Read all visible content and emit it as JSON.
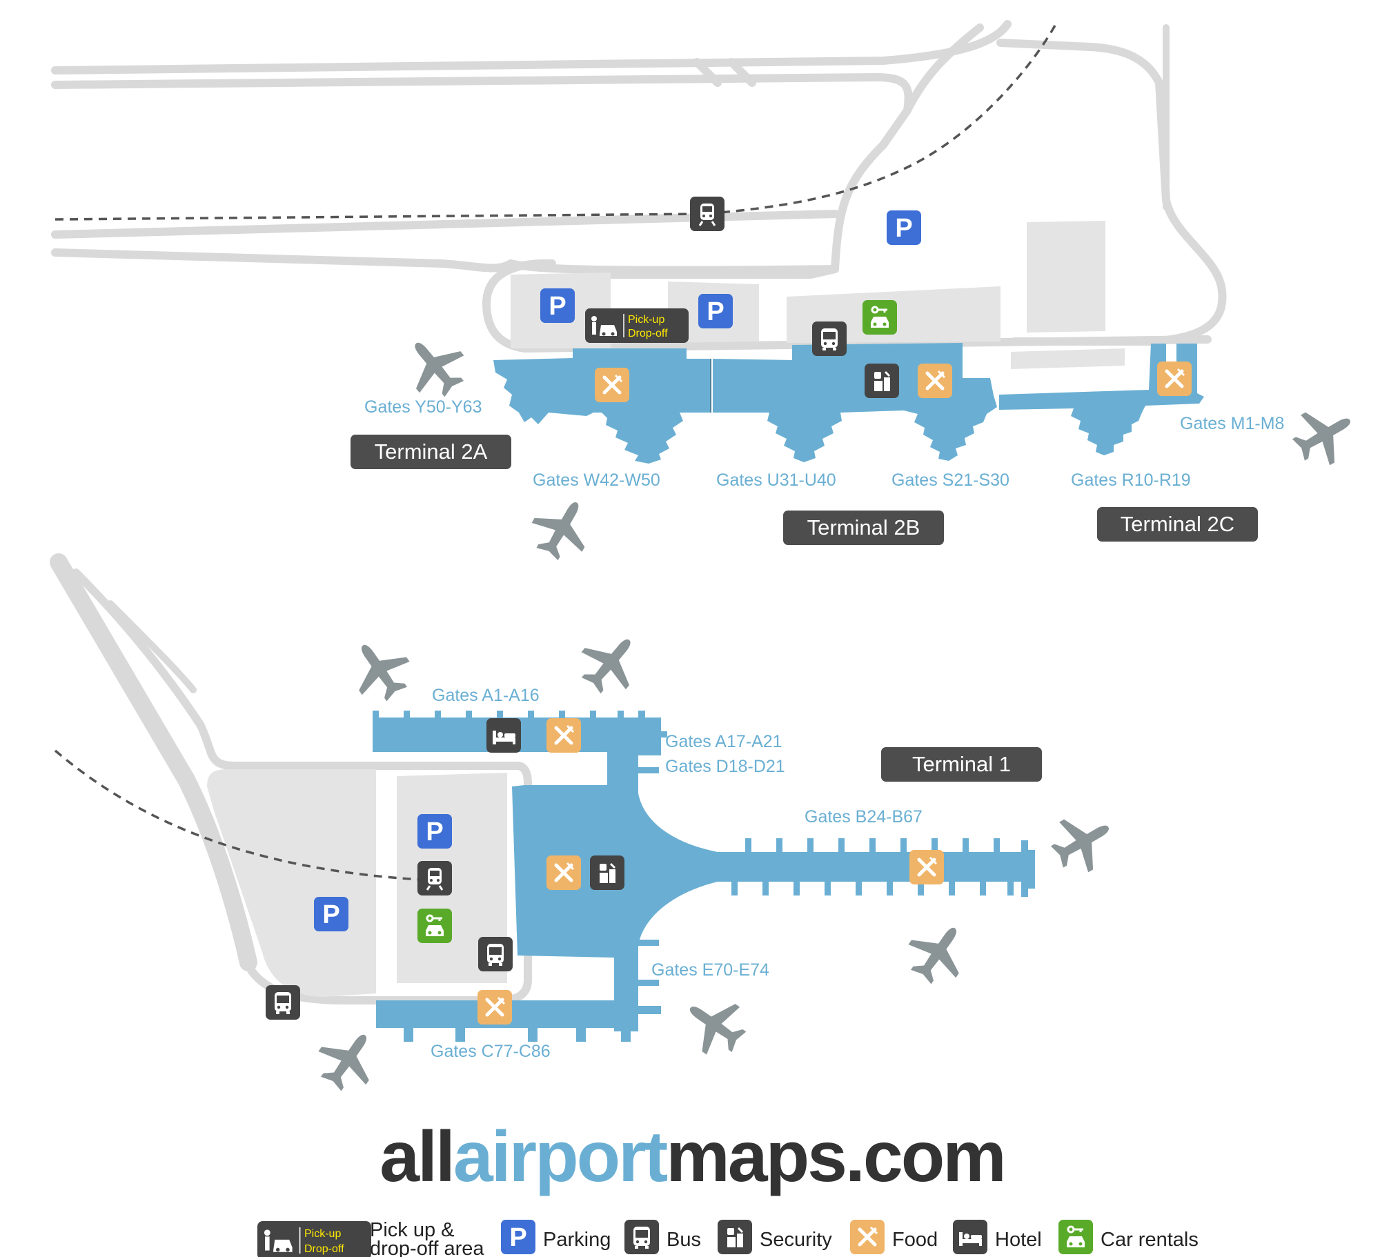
{
  "terminals": {
    "t2a": "Terminal 2A",
    "t2b": "Terminal 2B",
    "t2c": "Terminal 2C",
    "t1": "Terminal 1"
  },
  "gates": {
    "y": "Gates Y50-Y63",
    "w": "Gates W42-W50",
    "u": "Gates U31-U40",
    "s": "Gates S21-S30",
    "r": "Gates R10-R19",
    "m": "Gates M1-M8",
    "a116": "Gates A1-A16",
    "a1721": "Gates A17-A21",
    "d": "Gates D18-D21",
    "b": "Gates B24-B67",
    "e": "Gates E70-E74",
    "c": "Gates C77-C86"
  },
  "pickup_badge": {
    "line1": "Pick-up",
    "line2": "Drop-off"
  },
  "parking_glyph": "P",
  "logo": {
    "part1": "all",
    "part2": "airport",
    "part3": "maps.com"
  },
  "legend": {
    "pickup_line1": "Pick up &",
    "pickup_line2": "drop-off area",
    "parking": "Parking",
    "bus": "Bus",
    "security": "Security",
    "food": "Food",
    "hotel": "Hotel",
    "car_rentals": "Car rentals"
  },
  "colors": {
    "terminal": "#6aafd3",
    "parking": "#3d6fd6",
    "food": "#f0b468",
    "car_rental": "#5aaa2a",
    "service": "#444444",
    "road": "#d9d9d9",
    "logo_dark": "#333333",
    "logo_blue": "#6aafd3"
  },
  "icons": [
    "train-icon",
    "parking-icon",
    "pickup-dropoff-icon",
    "bus-icon",
    "car-rental-icon",
    "security-icon",
    "food-icon",
    "hotel-icon",
    "plane-icon"
  ]
}
